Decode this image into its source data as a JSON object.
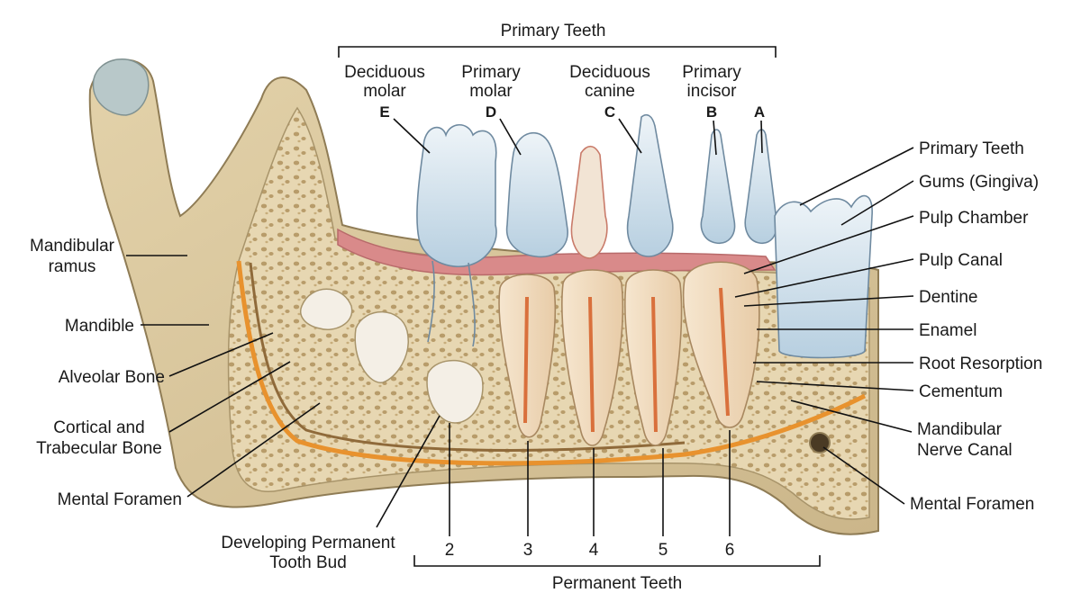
{
  "diagram": {
    "top_header": "Primary Teeth",
    "bottom_header": "Permanent Teeth",
    "primary_teeth": [
      {
        "line1": "Deciduous",
        "line2": "molar",
        "letter": "E"
      },
      {
        "line1": "Primary",
        "line2": "molar",
        "letter": "D"
      },
      {
        "line1": "Deciduous",
        "line2": "canine",
        "letter": "C"
      },
      {
        "line1": "Primary",
        "line2": "incisor",
        "letter": "B"
      },
      {
        "line1": "",
        "line2": "",
        "letter": "A"
      }
    ],
    "permanent_numbers": [
      "2",
      "3",
      "4",
      "5",
      "6"
    ],
    "left_labels": {
      "mandibular_ramus": [
        "Mandibular",
        "ramus"
      ],
      "mandible": "Mandible",
      "alveolar_bone": "Alveolar Bone",
      "cortical_trabecular": [
        "Cortical and",
        "Trabecular Bone"
      ],
      "mental_foramen": "Mental Foramen",
      "tooth_bud": [
        "Developing Permanent",
        "Tooth Bud"
      ]
    },
    "right_labels": {
      "primary_teeth": "Primary Teeth",
      "gums": "Gums (Gingiva)",
      "pulp_chamber": "Pulp Chamber",
      "pulp_canal": "Pulp Canal",
      "dentine": "Dentine",
      "enamel": "Enamel",
      "root_resorption": "Root Resorption",
      "cementum": "Cementum",
      "nerve_canal": [
        "Mandibular",
        "Nerve Canal"
      ],
      "mental_foramen": "Mental Foramen"
    },
    "colors": {
      "bone": "#d9c7a0",
      "bone_dark": "#a8946a",
      "gum": "#d98a8a",
      "enamel_blue": "#c9dbe8",
      "dentine": "#f2dcc2",
      "pulp": "#d9703c",
      "nerve": "#e8922e"
    }
  }
}
